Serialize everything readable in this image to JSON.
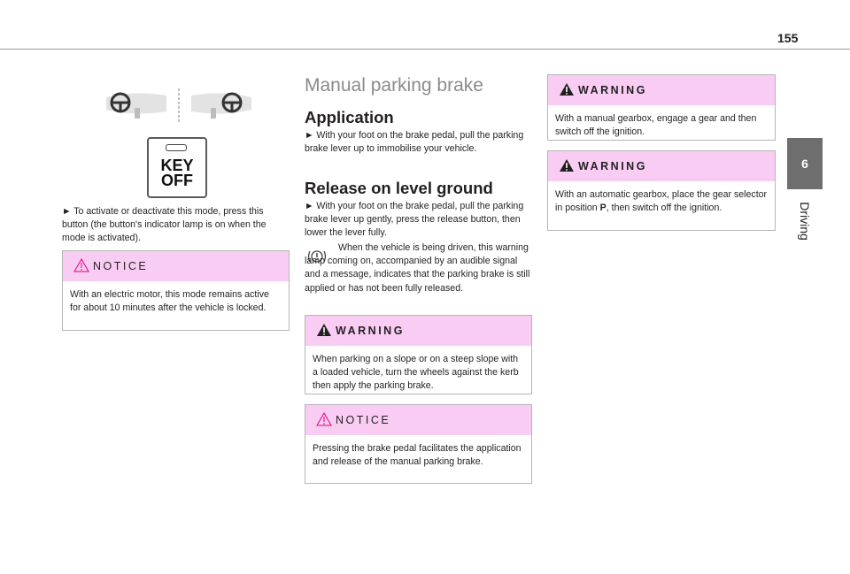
{
  "page_number": "155",
  "side_tab": {
    "chapter_number": "6",
    "chapter_label": "Driving"
  },
  "col1": {
    "key_button": {
      "line1": "KEY",
      "line2": "OFF"
    },
    "instruction": "► To activate or deactivate this mode, press this button (the button's indicator lamp is on when the mode is activated).",
    "notice": {
      "title": "NOTICE",
      "text": "With an electric motor, this mode remains active for about 10 minutes after the vehicle is locked."
    }
  },
  "col2": {
    "title": "Manual parking brake",
    "application_heading": "Application",
    "application_text": "► With your foot on the brake pedal, pull the parking brake lever up to immobilise your vehicle.",
    "release_heading": "Release on level ground",
    "release_text": "► With your foot on the brake pedal, pull the parking brake lever up gently, press the release button, then lower the lever fully.",
    "lamp_text": "When the vehicle is being driven, this warning lamp coming on, accompanied by an audible signal and a message, indicates that the parking brake is still applied or has not been fully released.",
    "warning": {
      "title": "WARNING",
      "text": "When parking on a slope or on a steep slope with a loaded vehicle, turn the wheels against the kerb then apply the parking brake."
    },
    "notice": {
      "title": "NOTICE",
      "text": "Pressing the brake pedal facilitates the application and release of the manual parking brake."
    }
  },
  "col3": {
    "warning1": {
      "title": "WARNING",
      "text": "With a manual gearbox, engage a gear and then switch off the ignition."
    },
    "warning2": {
      "title": "WARNING",
      "text_before": "With an automatic gearbox, place the gear selector in position ",
      "text_bold": "P",
      "text_after": ", then switch off the ignition."
    }
  },
  "colors": {
    "pink_header": "#f9cdf3",
    "tab_grey": "#6e6e6e",
    "title_grey": "#8a8a8a"
  },
  "icons": [
    "steering-wheel-icon",
    "warning-triangle-icon",
    "parking-brake-lamp-icon"
  ]
}
